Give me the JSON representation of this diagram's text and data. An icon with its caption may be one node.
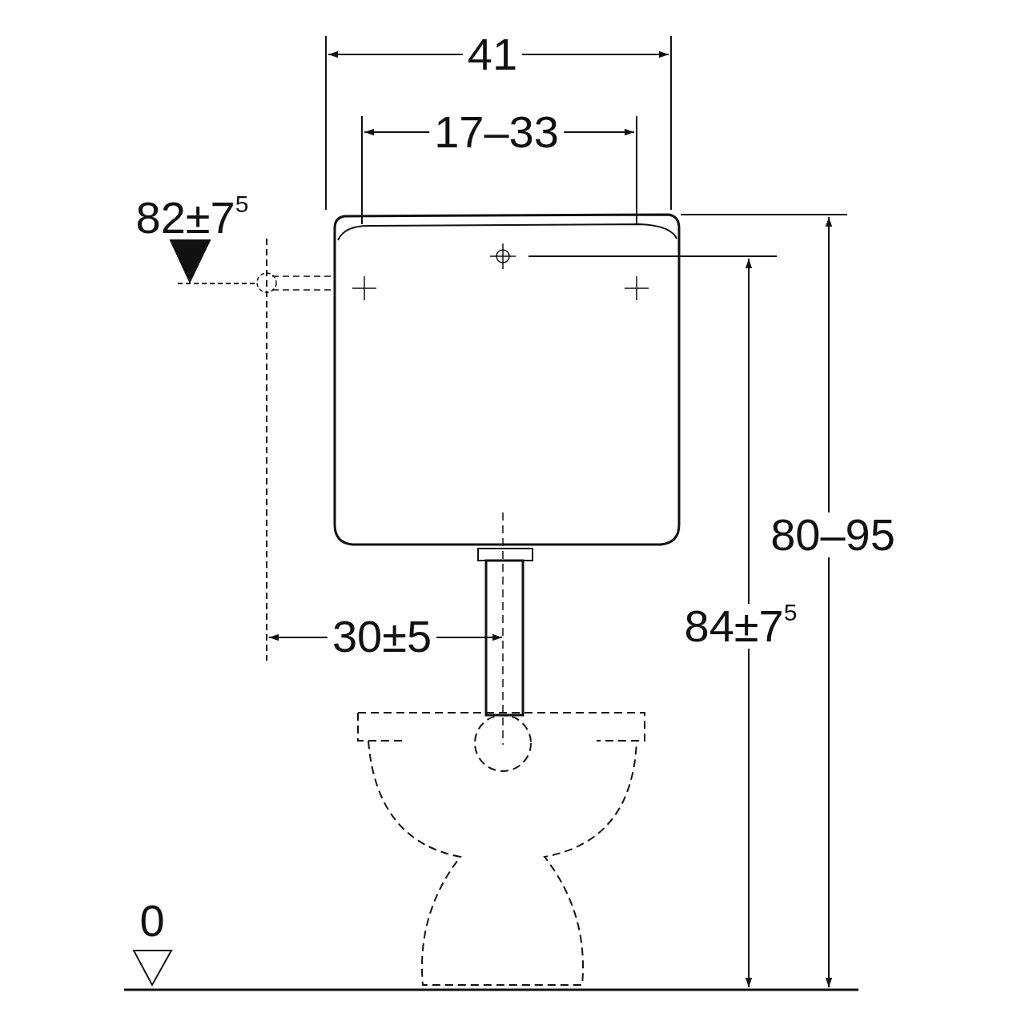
{
  "diagram": {
    "labels": [
      "41",
      "17–33",
      "82±7$^{5}$",
      "80–95",
      "84±7$^{5}$",
      "30±5",
      "0"
    ]
  }
}
